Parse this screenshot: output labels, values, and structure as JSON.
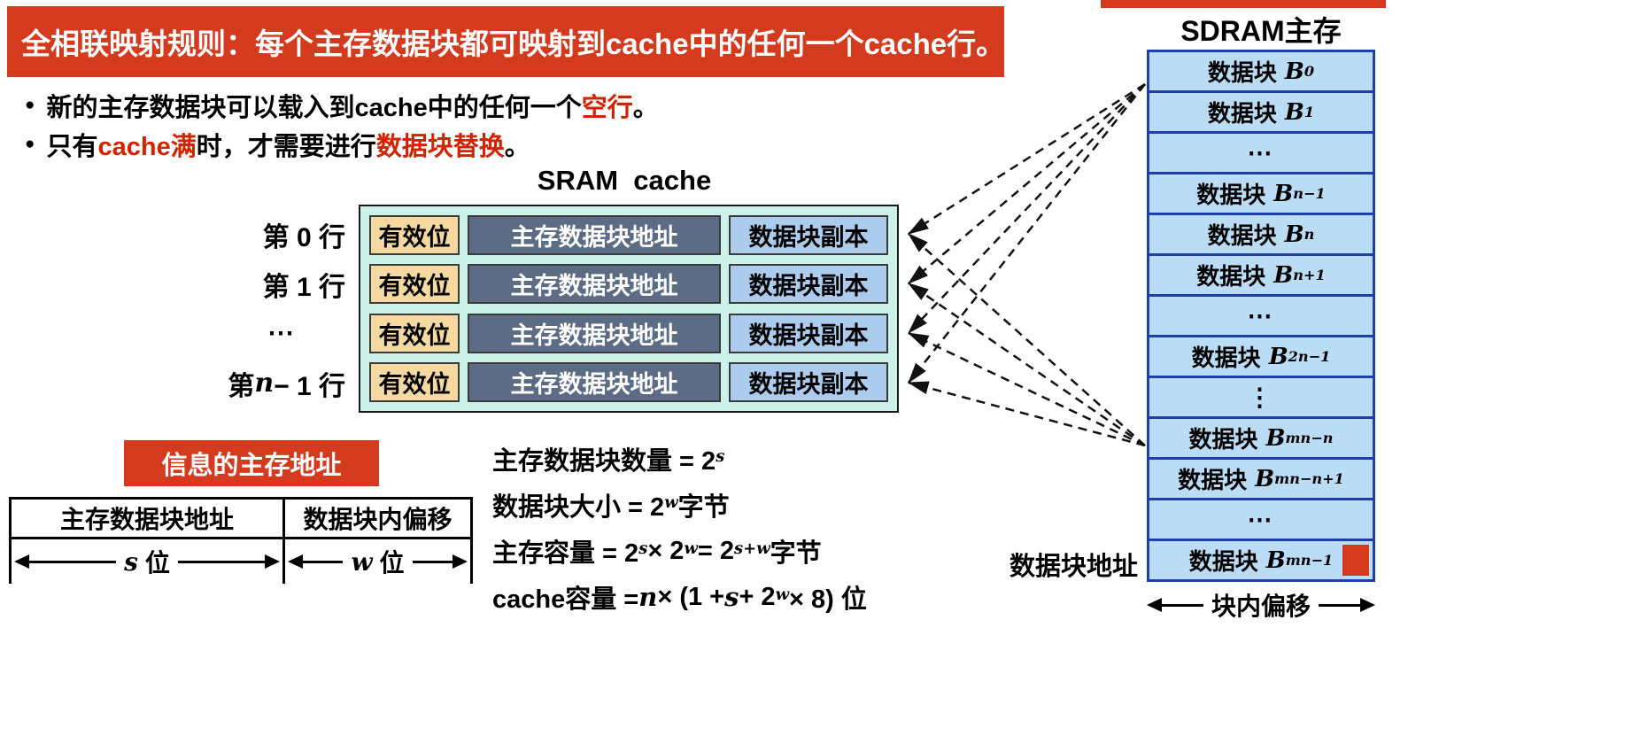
{
  "colors": {
    "banner_red": "#d43b1e",
    "text_red": "#d32300",
    "cache_bg": "#cdf2e9",
    "valid_cell": "#f5d9a0",
    "addr_cell": "#5d6c85",
    "copy_cell": "#abccec",
    "sdram_fill": "#badcf5",
    "sdram_border": "#1e40a8"
  },
  "banner": {
    "text": "全相联映射规则：每个主存数据块都可映射到cache中的任何一个cache行。"
  },
  "bullets": [
    {
      "segments": [
        {
          "t": "新的主存数据块可以载入到cache中的任何一个"
        },
        {
          "t": "空行",
          "c": "red"
        },
        {
          "t": "。"
        }
      ]
    },
    {
      "segments": [
        {
          "t": "只有"
        },
        {
          "t": "cache满",
          "c": "red"
        },
        {
          "t": "时，才需要进行"
        },
        {
          "t": "数据块替换",
          "c": "red"
        },
        {
          "t": "。"
        }
      ]
    }
  ],
  "cache": {
    "title": "SRAM  cache",
    "row_labels": [
      [
        {
          "t": "第 0 行"
        }
      ],
      [
        {
          "t": "第 1 行"
        }
      ],
      [
        {
          "t": "⋯"
        }
      ],
      [
        {
          "t": "第 "
        },
        {
          "v": "n"
        },
        {
          "t": " − 1 行"
        }
      ]
    ],
    "cells": {
      "valid": "有效位",
      "addr": "主存数据块地址",
      "copy": "数据块副本"
    }
  },
  "sdram": {
    "title": "SDRAM主存",
    "block_prefix": "数据块",
    "blocks": [
      {
        "var": "B",
        "sub": "0"
      },
      {
        "var": "B",
        "sub": "1"
      },
      {
        "dots": "⋯"
      },
      {
        "var": "B",
        "sub": "n−1"
      },
      {
        "var": "B",
        "sub": "n"
      },
      {
        "var": "B",
        "sub": "n+1"
      },
      {
        "dots": "⋯"
      },
      {
        "var": "B",
        "sub": "2n−1"
      },
      {
        "dots": "⋮"
      },
      {
        "var": "B",
        "sub": "mn−n"
      },
      {
        "var": "B",
        "sub": "mn−n+1"
      },
      {
        "dots": "⋯"
      },
      {
        "var": "B",
        "sub": "mn−1",
        "marker": true
      }
    ],
    "offset_label": "块内偏移",
    "block_addr_label": "数据块地址"
  },
  "address_box": {
    "title": "信息的主存地址",
    "columns": [
      {
        "header": "主存数据块地址",
        "width_var": "s",
        "width_unit": "位"
      },
      {
        "header": "数据块内偏移",
        "width_var": "w",
        "width_unit": "位"
      }
    ]
  },
  "formulas": [
    {
      "segments": [
        {
          "t": "主存数据块数量 = 2"
        },
        {
          "sup": "s"
        }
      ]
    },
    {
      "segments": [
        {
          "t": "数据块大小 = 2"
        },
        {
          "sup": "w"
        },
        {
          "t": " 字节"
        }
      ]
    },
    {
      "segments": [
        {
          "t": "主存容量 = 2"
        },
        {
          "sup": "s"
        },
        {
          "t": " × 2"
        },
        {
          "sup": "w"
        },
        {
          "t": " = 2"
        },
        {
          "sup": "s+w"
        },
        {
          "t": " 字节"
        }
      ]
    },
    {
      "segments": [
        {
          "t": "cache容量 = "
        },
        {
          "v": "n"
        },
        {
          "t": " × (1 + "
        },
        {
          "v": "s"
        },
        {
          "t": " + 2"
        },
        {
          "sup": "w"
        },
        {
          "t": " × 8) 位"
        }
      ]
    }
  ]
}
